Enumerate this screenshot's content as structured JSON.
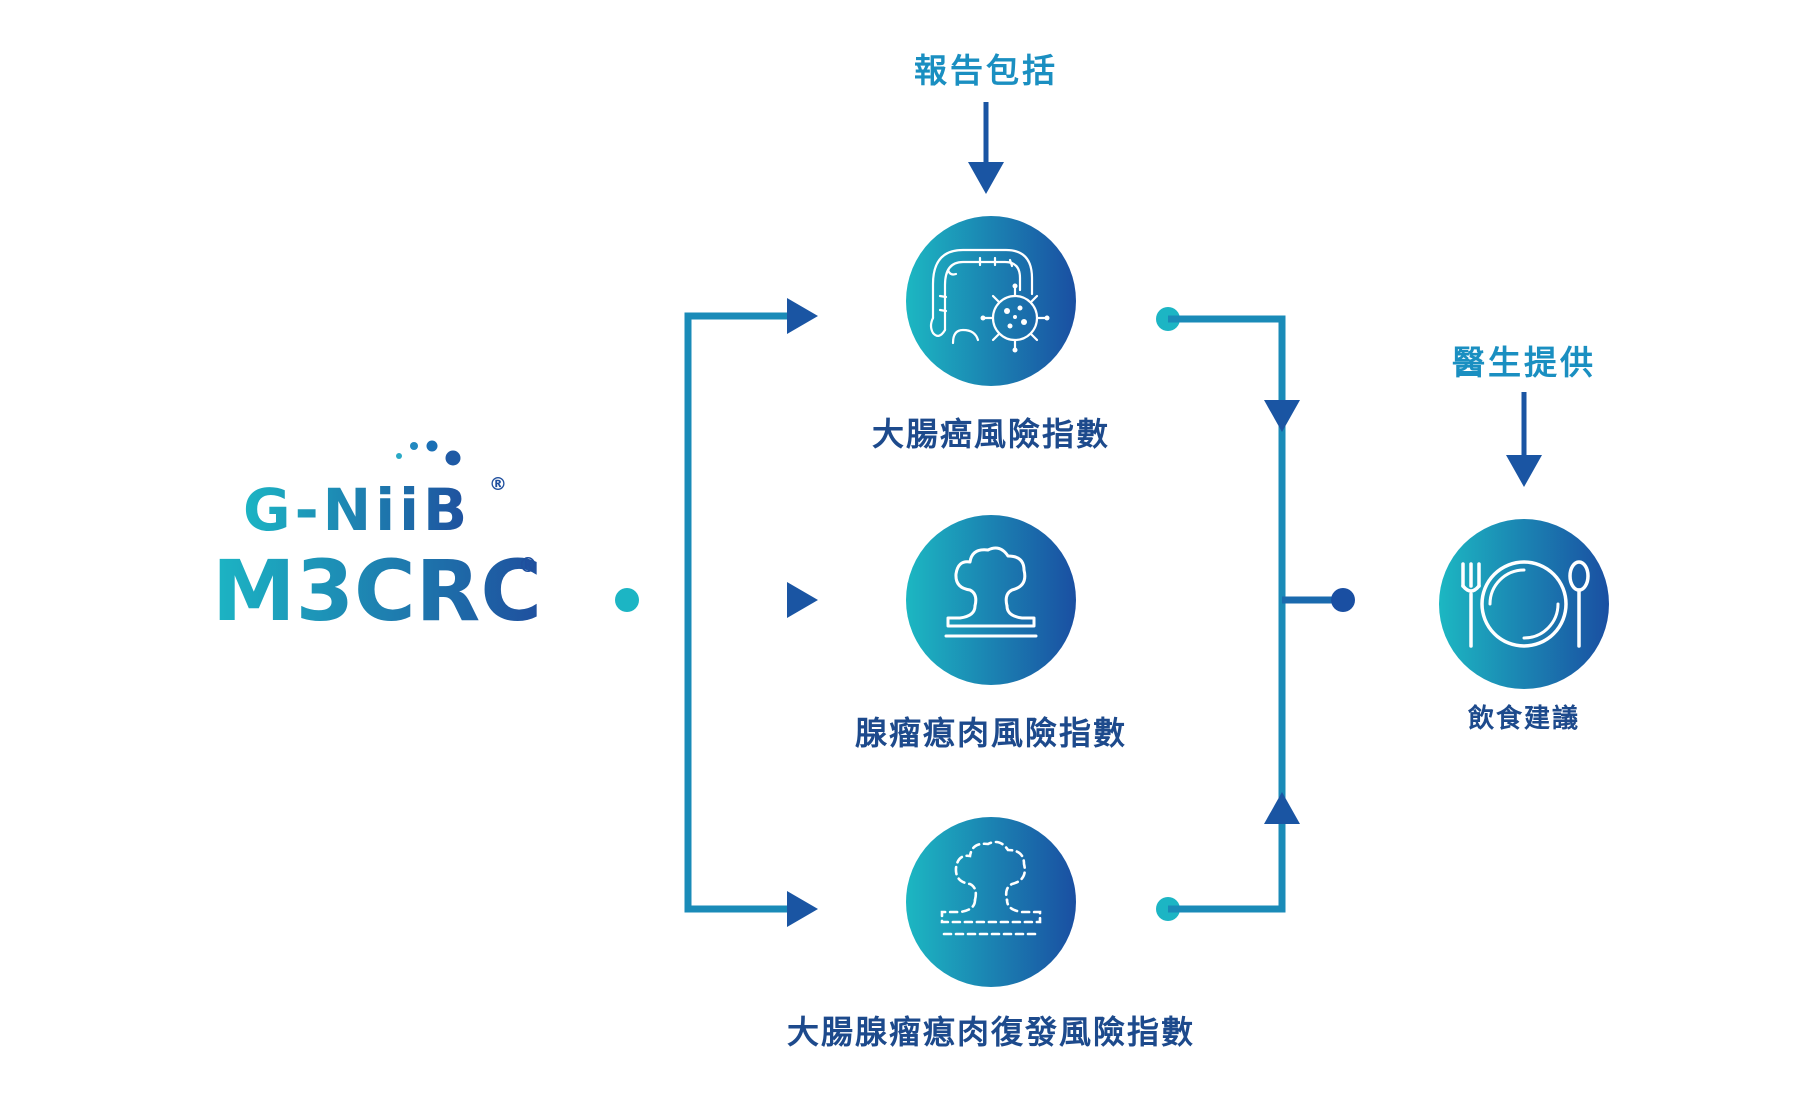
{
  "logo": {
    "brand_top": "G-NiiB",
    "brand_bottom": "M3CRC",
    "registered_mark": "®"
  },
  "report_header": "報告包括",
  "doctor_header": "醫生提供",
  "reports": [
    {
      "label": "大腸癌風險指數",
      "icon": "colon-with-virus-icon"
    },
    {
      "label": "腺瘤瘜肉風險指數",
      "icon": "polyp-icon"
    },
    {
      "label": "大腸腺瘤瘜肉復發風險指數",
      "icon": "dashed-polyp-icon"
    }
  ],
  "advice": {
    "label": "飲食建議",
    "icon": "plate-fork-spoon-icon"
  },
  "colors": {
    "teal": "#1cb5c4",
    "blue": "#1a55a3",
    "line": "#1a8bb8",
    "header_text": "#1a8fc1",
    "label_text": "#1d4a8c",
    "logo_blue": "#1f4f9e"
  }
}
